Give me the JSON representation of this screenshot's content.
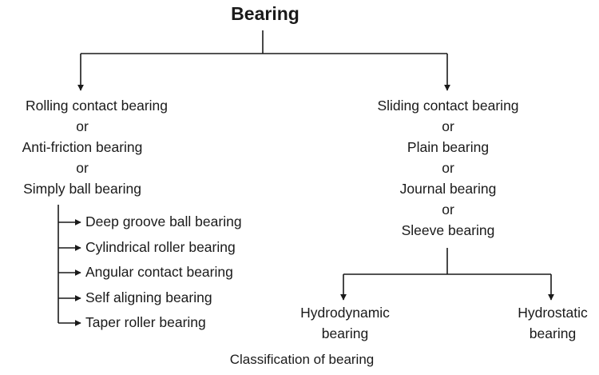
{
  "title": "Bearing",
  "left": {
    "lines": [
      "Rolling contact bearing",
      "or",
      "Anti-friction bearing",
      "or",
      "Simply ball bearing"
    ],
    "types": [
      "Deep groove ball bearing",
      "Cylindrical roller bearing",
      "Angular contact bearing",
      "Self aligning bearing",
      "Taper roller bearing"
    ]
  },
  "right": {
    "lines": [
      "Sliding contact bearing",
      "or",
      "Plain bearing",
      "or",
      "Journal bearing",
      "or",
      "Sleeve bearing"
    ],
    "children": [
      {
        "lines": [
          "Hydrodynamic",
          "bearing"
        ]
      },
      {
        "lines": [
          "Hydrostatic",
          "bearing"
        ]
      }
    ]
  },
  "caption": "Classification of bearing",
  "colors": {
    "ink": "#1a1a1a",
    "background": "#ffffff"
  }
}
